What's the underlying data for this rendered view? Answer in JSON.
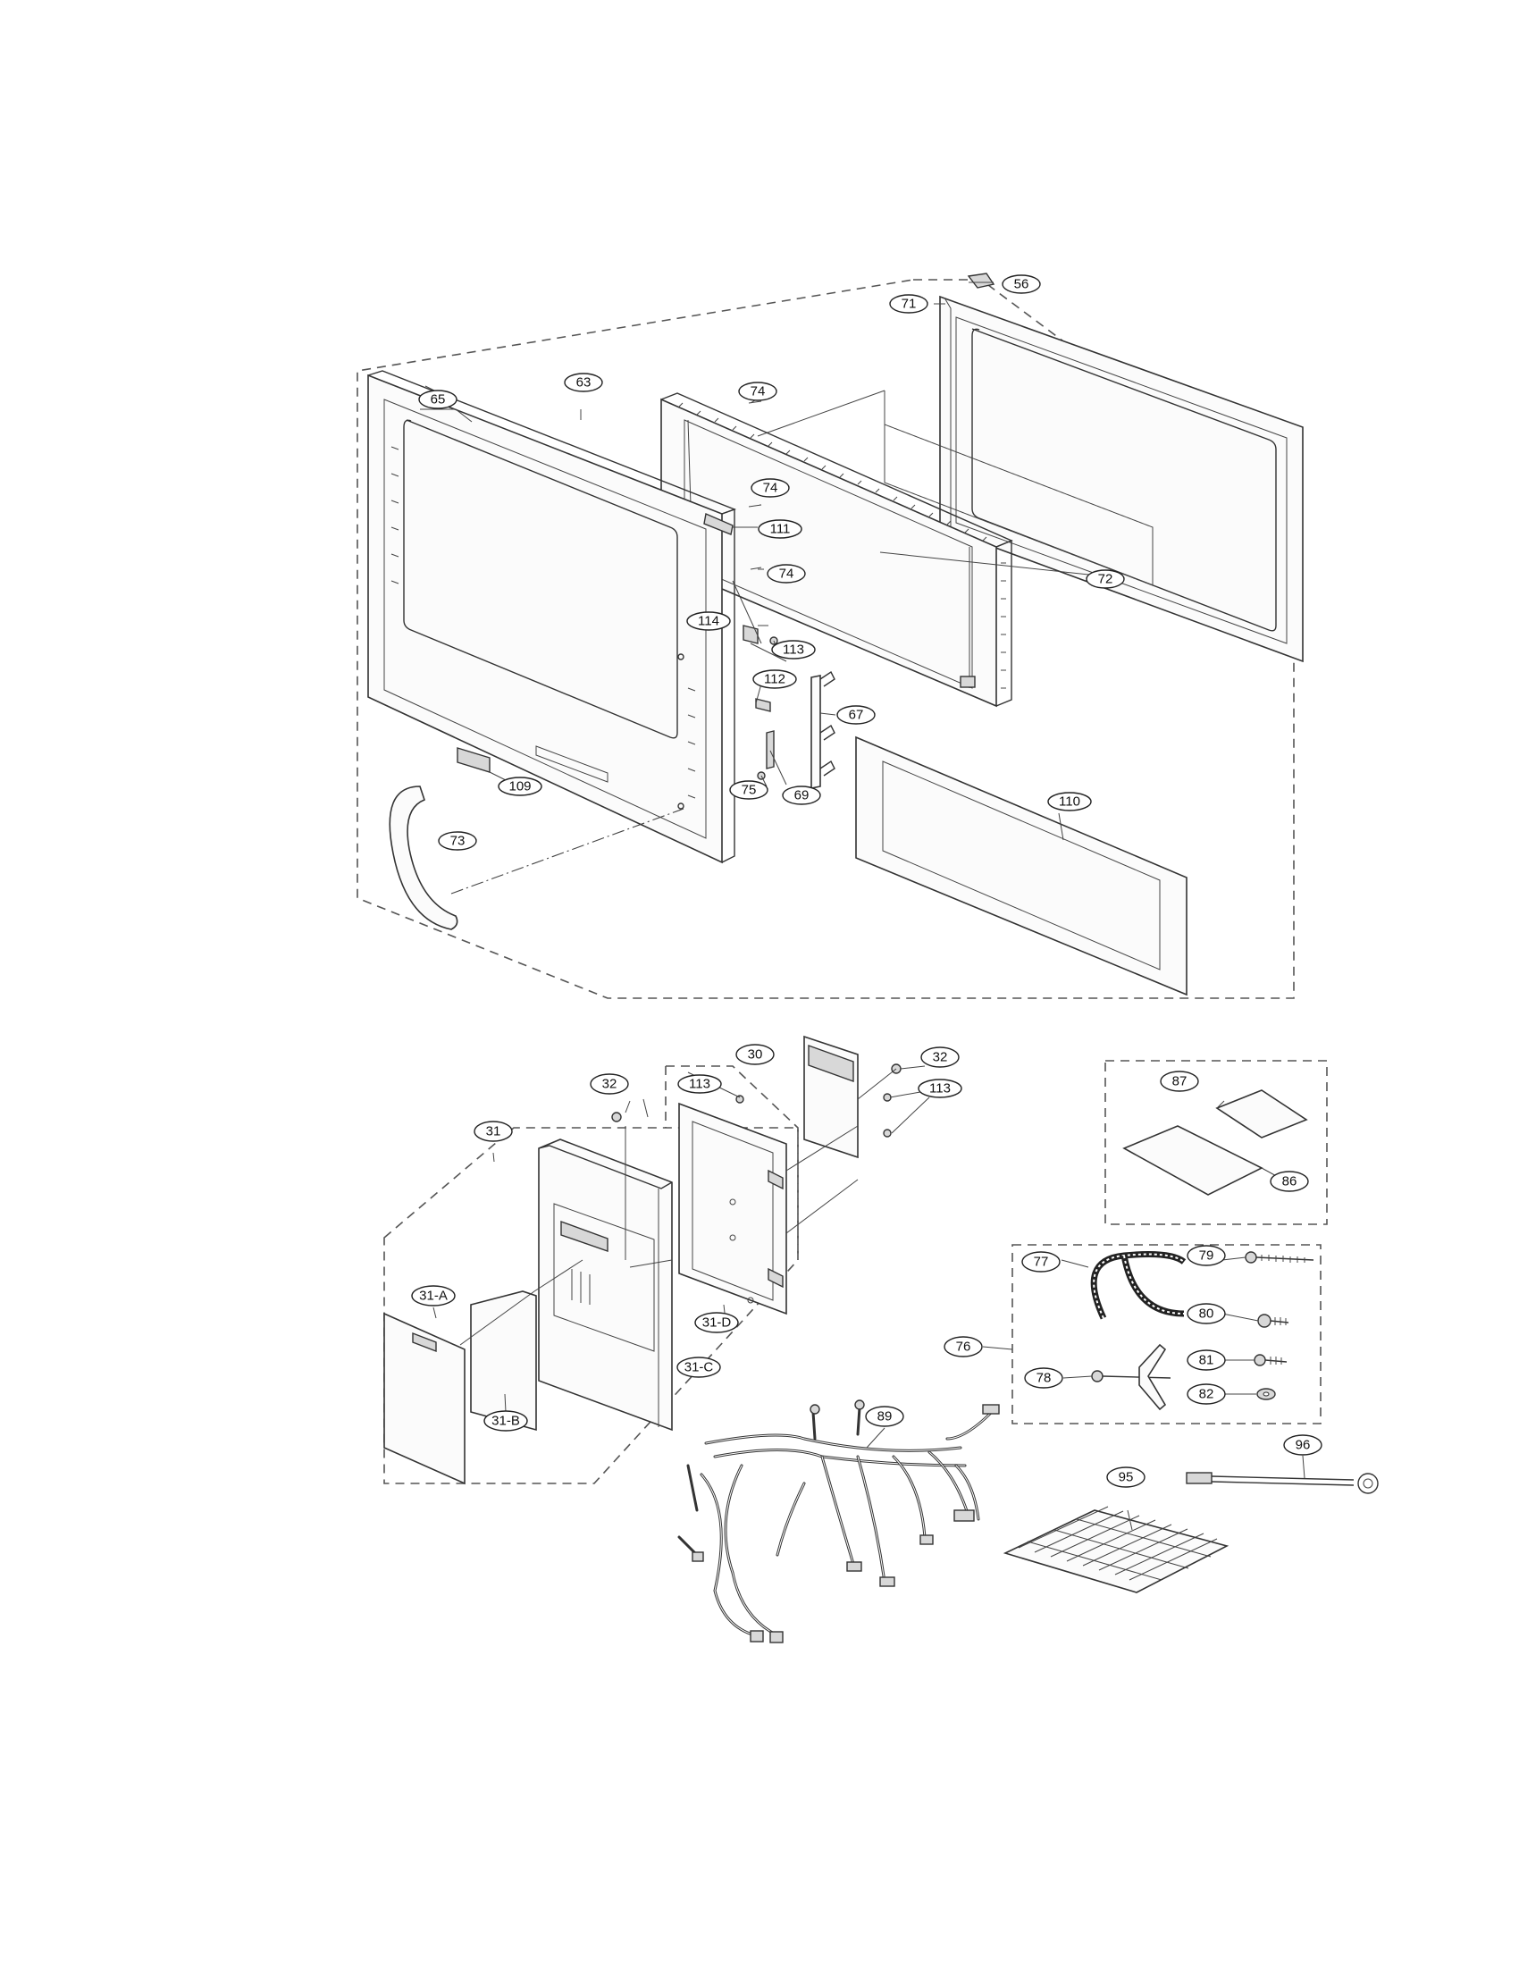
{
  "labels": {
    "p56": "56",
    "p71": "71",
    "p63": "63",
    "p74a": "74",
    "p74b": "74",
    "p74c": "74",
    "p65": "65",
    "p111": "111",
    "p72": "72",
    "p114": "114",
    "p113a": "113",
    "p112": "112",
    "p67": "67",
    "p109": "109",
    "p75": "75",
    "p69": "69",
    "p110": "110",
    "p73": "73",
    "p30": "30",
    "p32a": "32",
    "p32b": "32",
    "p113b": "113",
    "p113c": "113",
    "p31": "31",
    "p31a": "31-A",
    "p31b": "31-B",
    "p31c": "31-C",
    "p31d": "31-D",
    "p87": "87",
    "p86": "86",
    "p77": "77",
    "p79": "79",
    "p80": "80",
    "p76": "76",
    "p78": "78",
    "p81": "81",
    "p82": "82",
    "p89": "89",
    "p95": "95",
    "p96": "96"
  }
}
